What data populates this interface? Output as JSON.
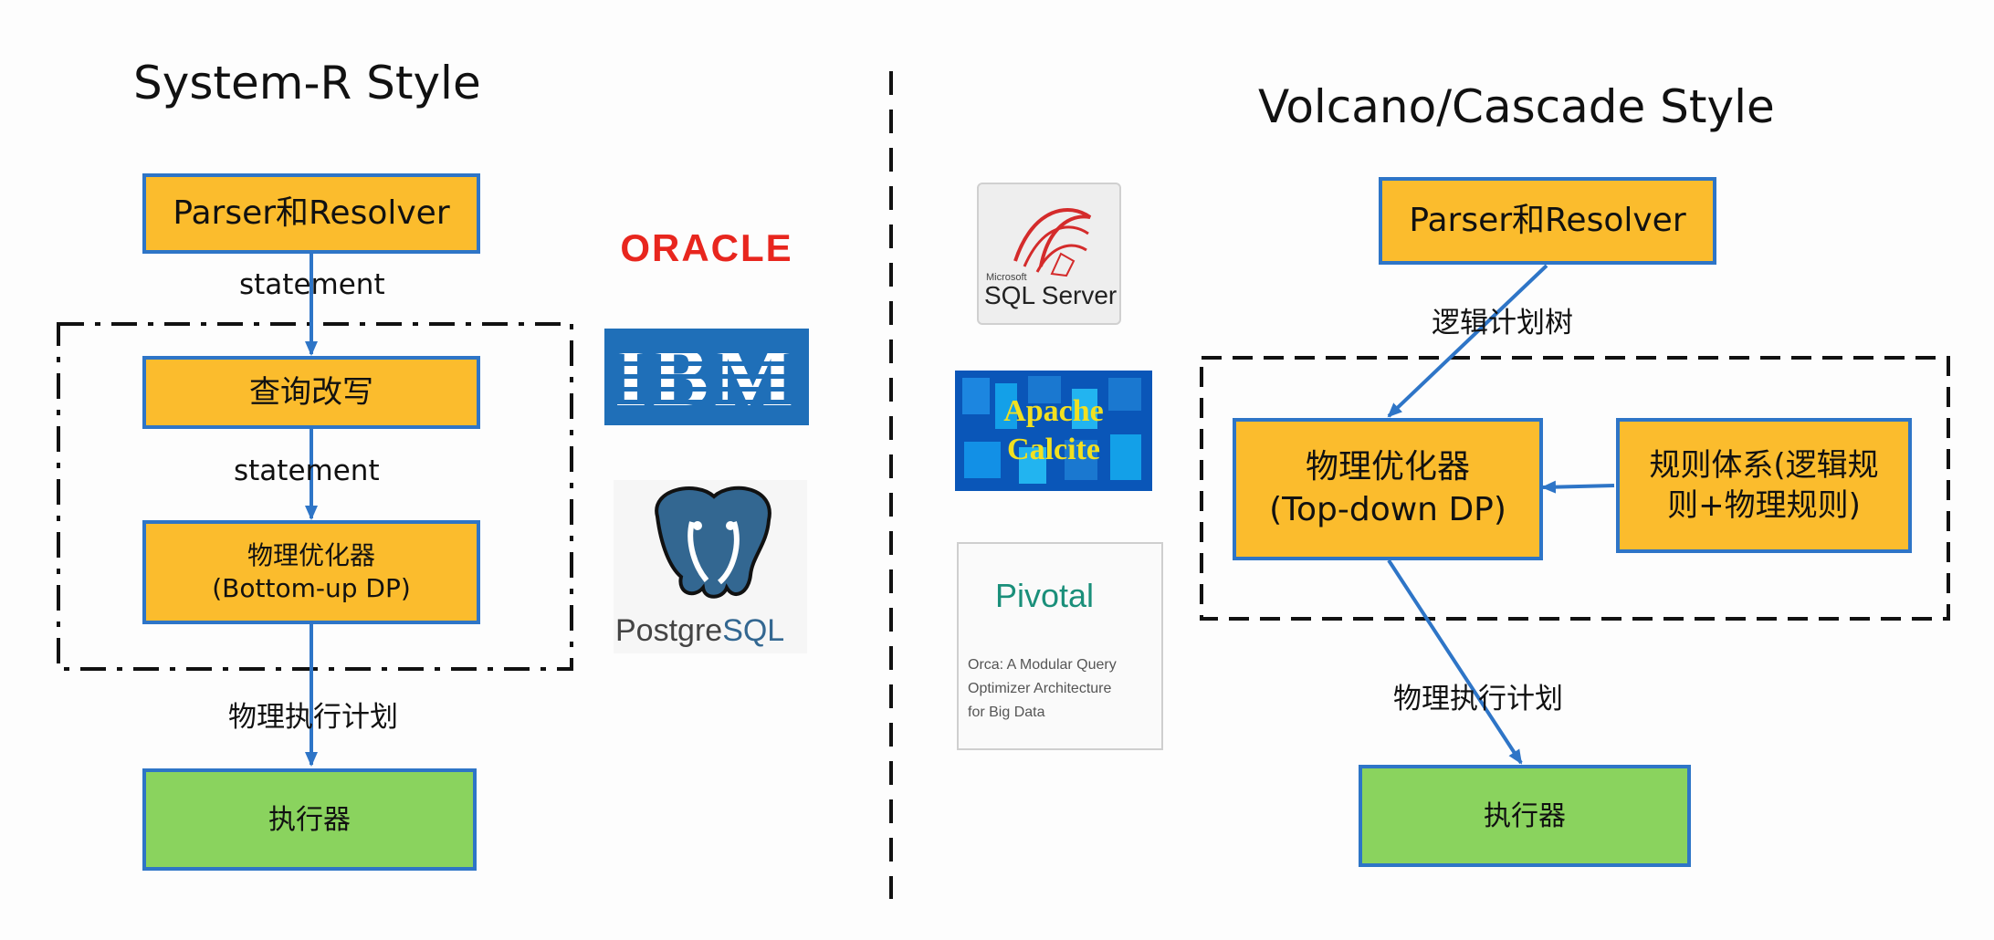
{
  "left": {
    "title": "System-R Style",
    "box_parser": "Parser和Resolver",
    "label_statement_1": "statement",
    "box_rewrite": "查询改写",
    "label_statement_2": "statement",
    "box_optimizer_line1": "物理优化器",
    "box_optimizer_line2": "(Bottom-up DP)",
    "label_plan": "物理执行计划",
    "box_executor": "执行器"
  },
  "left_logos": {
    "oracle": "ORACLE",
    "ibm": "IBM",
    "postgres_a": "Postgre",
    "postgres_b": "SQL"
  },
  "right": {
    "title": "Volcano/Cascade Style",
    "box_parser": "Parser和Resolver",
    "label_logic_tree": "逻辑计划树",
    "box_optimizer_line1": "物理优化器",
    "box_optimizer_line2": "(Top-down DP)",
    "box_rules_line1": "规则体系(逻辑规",
    "box_rules_line2": "则+物理规则)",
    "label_plan": "物理执行计划",
    "box_executor": "执行器"
  },
  "right_logos": {
    "sqlserver_small": "Microsoft",
    "sqlserver": "SQL Server",
    "calcite_line1": "Apache",
    "calcite_line2": "Calcite",
    "pivotal": "Pivotal",
    "orca_line1": "Orca: A Modular Query",
    "orca_line2": "Optimizer Architecture",
    "orca_line3": "for Big Data"
  },
  "colors": {
    "box_border": "#2e75c7",
    "box_orange": "#fbbc2d",
    "box_green": "#8ad35e",
    "arrow": "#2e75c7",
    "oracle_red": "#e8261e",
    "ibm_blue": "#1f6fb8",
    "pivotal_green": "#1a8f7a"
  }
}
